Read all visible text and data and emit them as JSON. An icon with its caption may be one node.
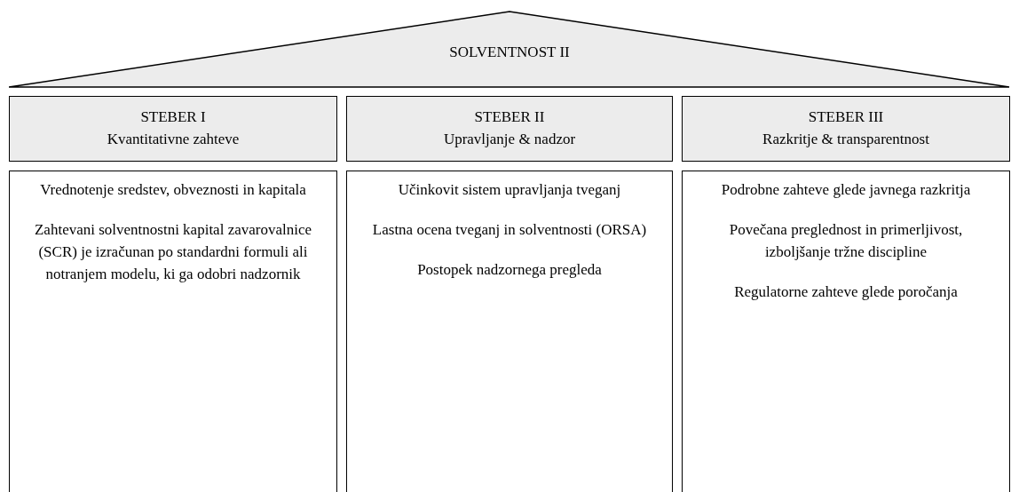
{
  "diagram": {
    "nodes": [
      {
        "text": [
          "SOLVENTNOST II"
        ]
      },
      {
        "text": [
          "STEBER I",
          "Kvantitativne zahteve"
        ]
      },
      {
        "text": [
          "STEBER II",
          "Upravljanje & nadzor"
        ]
      },
      {
        "text": [
          "STEBER III",
          "Razkritje & transparentnost"
        ]
      },
      {
        "text": [
          "Vrednotenje sredstev, obveznosti in kapitala",
          "Zahtevani solventnostni kapital zavarovalnice (SCR) je izračunan po standardni formuli ali notranjem modelu, ki ga odobri nadzornik"
        ]
      },
      {
        "text": [
          "Učinkovit sistem upravljanja tveganj",
          "Lastna ocena tveganj in solventnosti (ORSA)",
          "Postopek nadzornega pregleda"
        ]
      },
      {
        "text": [
          "Podrobne zahteve glede javnega razkritja",
          "Povečana preglednost in primerljivost, izboljšanje tržne discipline",
          "Regulatorne zahteve glede poročanja"
        ]
      }
    ]
  }
}
